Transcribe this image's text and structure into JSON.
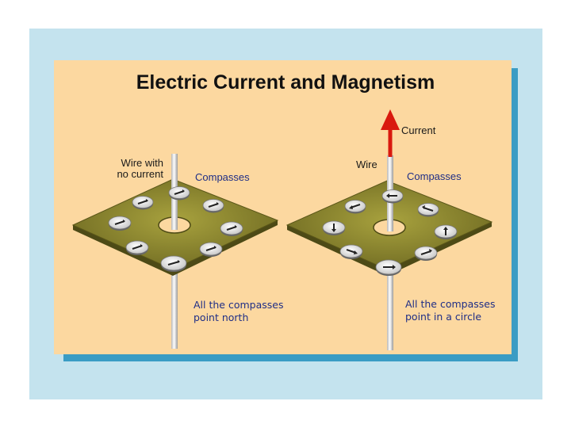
{
  "title": "Electric Current and Magnetism",
  "left": {
    "wire_label_line1": "Wire with",
    "wire_label_line2": "no current",
    "compasses_label": "Compasses",
    "caption_line1": "All the compasses",
    "caption_line2": "point north"
  },
  "right": {
    "current_label": "Current",
    "wire_label": "Wire",
    "compasses_label": "Compasses",
    "caption_line1": "All the compasses",
    "caption_line2": "point in a circle"
  },
  "colors": {
    "frame": "#c4e3ee",
    "panel": "#fcd8a0",
    "panel_shadow": "#3a9cc4",
    "plate": "#8a8430",
    "label_blue": "#1f2e86",
    "current_arrow": "#d9190e"
  }
}
